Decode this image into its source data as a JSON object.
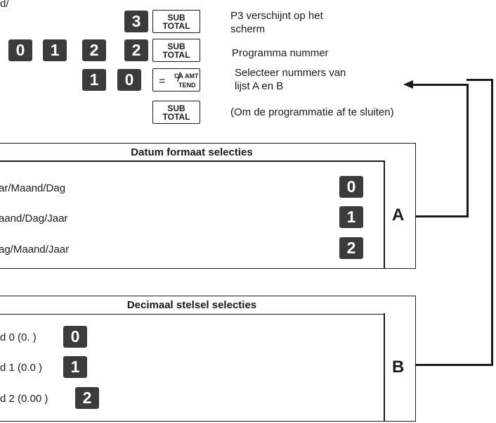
{
  "header_fragment": "d/",
  "steps": [
    {
      "keys": [
        "3"
      ],
      "function_key": "SUB\nTOTAL",
      "description": "P3 verschijnt op het\nscherm"
    },
    {
      "keys": [
        "0",
        "1",
        "2",
        "2"
      ],
      "function_key": "SUB\nTOTAL",
      "description": "Programma nummer"
    },
    {
      "keys": [
        "1",
        "0"
      ],
      "function_key": "= CA/AMT TEND",
      "description": "Selecteer nummers van\nlijst A en B"
    },
    {
      "keys": [],
      "function_key": "SUB\nTOTAL",
      "description": "(Om de programmatie af te sluiten)"
    }
  ],
  "sub_total": {
    "line1": "SUB",
    "line2": "TOTAL"
  },
  "ca_key": {
    "eq": "=",
    "top": "CA",
    "slash": "/",
    "amt": "AMT",
    "bot": "TEND"
  },
  "table_a": {
    "title": "Datum formaat selecties",
    "letter": "A",
    "rows": [
      {
        "label": "ar/Maand/Dag",
        "key": "0"
      },
      {
        "label": "aand/Dag/Jaar",
        "key": "1"
      },
      {
        "label": "ag/Maand/Jaar",
        "key": "2"
      }
    ]
  },
  "table_b": {
    "title": "Decimaal stelsel selecties",
    "letter": "B",
    "rows": [
      {
        "label": "d 0 (0. )",
        "key": "0"
      },
      {
        "label": "d 1 (0.0 )",
        "key": "1"
      },
      {
        "label": "d 2 (0.00 )",
        "key": "2"
      }
    ]
  },
  "colors": {
    "key_fill": "#3b3b3b",
    "ink": "#1a1a1a"
  }
}
